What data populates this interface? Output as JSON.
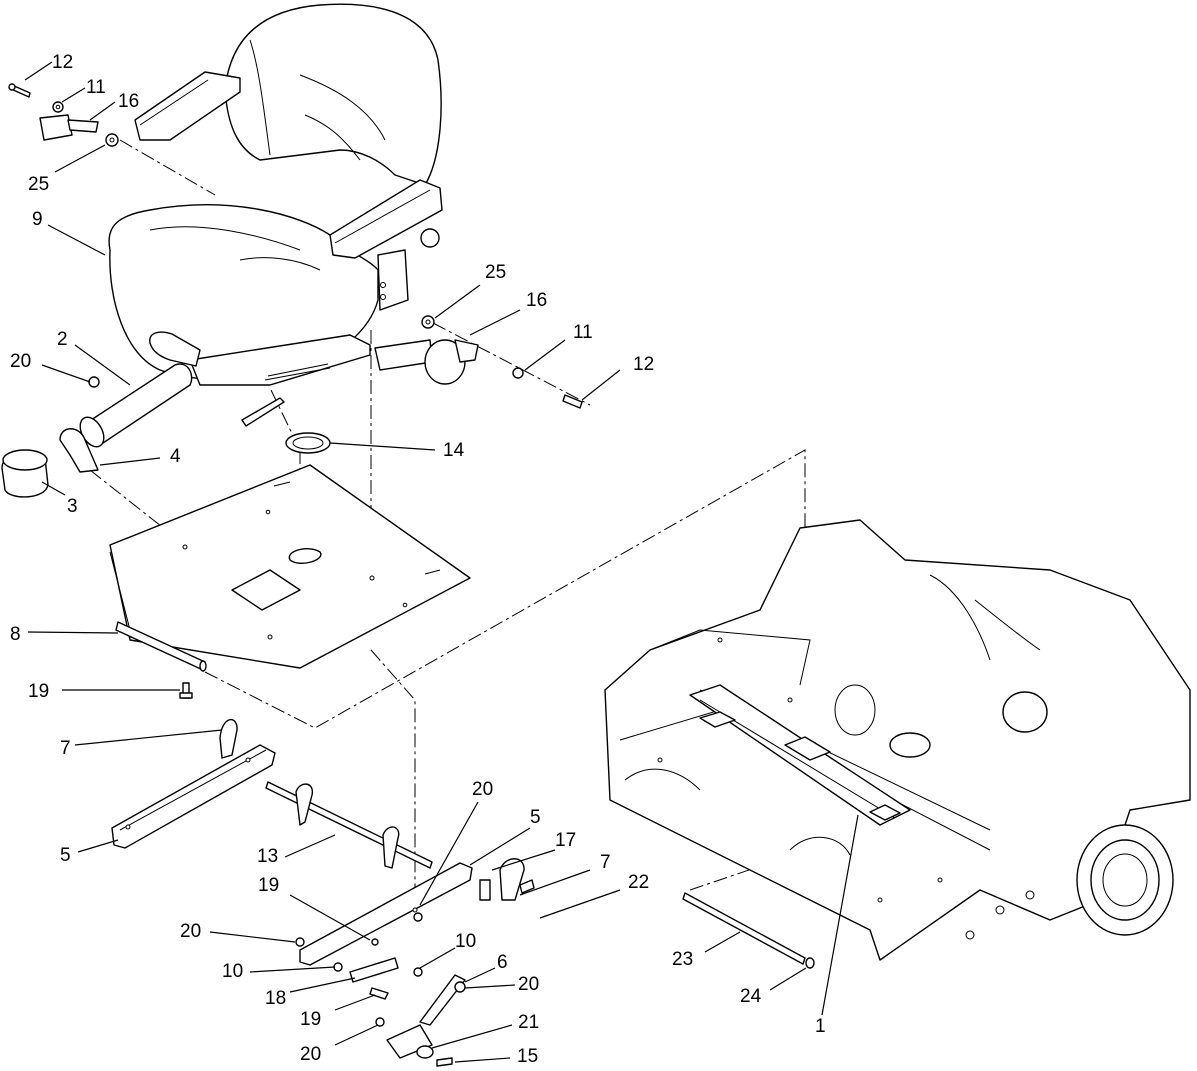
{
  "callouts": {
    "c12a": "12",
    "c11a": "11",
    "c16a": "16",
    "c25a": "25",
    "c9": "9",
    "c25b": "25",
    "c16b": "16",
    "c11b": "11",
    "c12b": "12",
    "c2": "2",
    "c20a": "20",
    "c4": "4",
    "c3": "3",
    "c14": "14",
    "c8": "8",
    "c19a": "19",
    "c7a": "7",
    "c5a": "5",
    "c13": "13",
    "c20b": "20",
    "c5b": "5",
    "c17": "17",
    "c7b": "7",
    "c22": "22",
    "c19b": "19",
    "c20c": "20",
    "c10a": "10",
    "c10b": "10",
    "c6": "6",
    "c18": "18",
    "c20d": "20",
    "c19c": "19",
    "c21": "21",
    "c20e": "20",
    "c15": "15",
    "c23": "23",
    "c24": "24",
    "c1": "1"
  }
}
